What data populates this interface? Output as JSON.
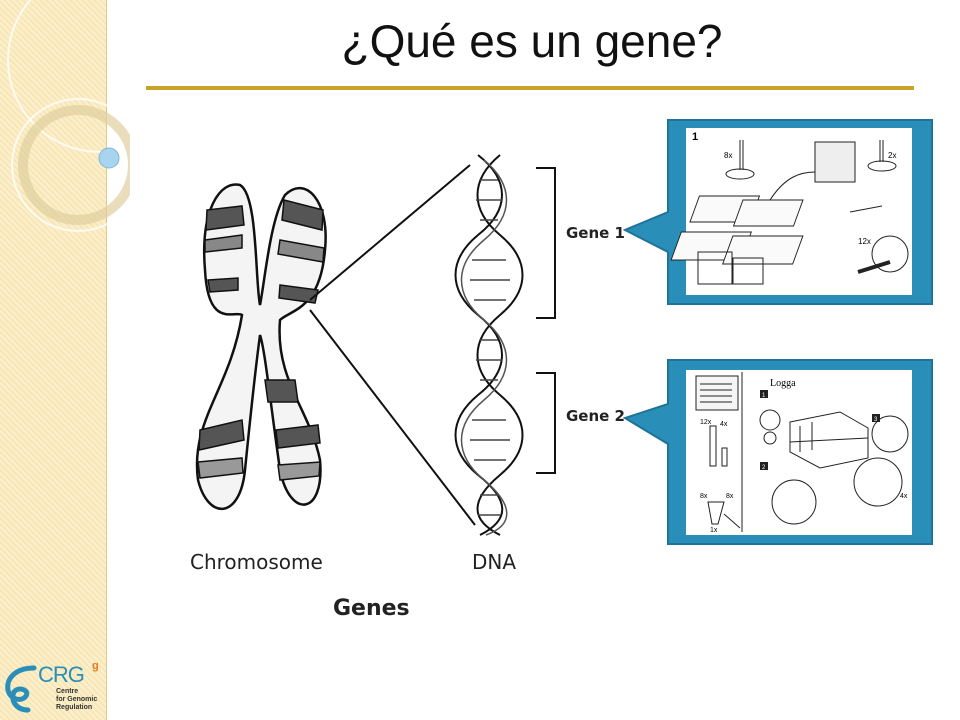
{
  "slide": {
    "title": "¿Qué es un gene?",
    "accent": "#c9a227",
    "sidebar_color": "#f8e6b4",
    "callout_color": "#2a8fb8"
  },
  "diagram": {
    "chromosome_label": "Chromosome",
    "dna_label": "DNA",
    "gene1_label": "Gene 1",
    "gene2_label": "Gene 2",
    "caption": "Genes"
  },
  "manual1": {
    "step": "1",
    "qty_a": "8x",
    "qty_b": "2x",
    "qty_c": "12x"
  },
  "manual2": {
    "title": "Logga",
    "qty_a": "12x",
    "qty_b": "4x",
    "qty_c": "8x",
    "qty_d": "8x",
    "qty_e": "1x",
    "qty_f": "4x",
    "step1": "1",
    "step2": "2",
    "step3": "3"
  },
  "logo": {
    "name": "CRG",
    "superscript": "g",
    "line1": "Centre",
    "line2": "for Genomic",
    "line3": "Regulation"
  }
}
